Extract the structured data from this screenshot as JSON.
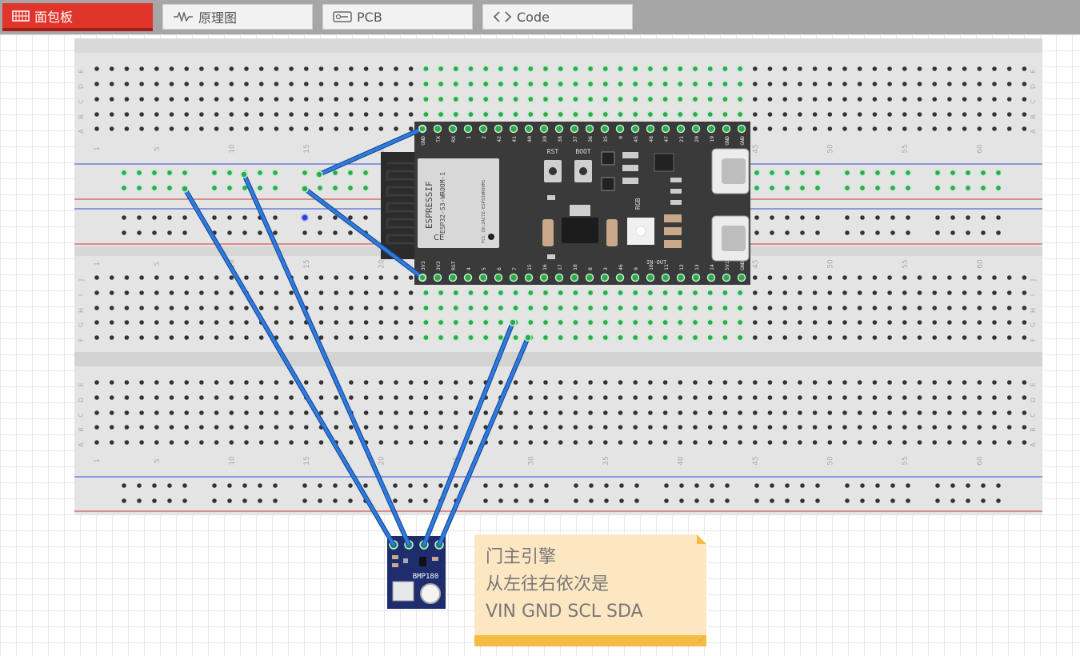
{
  "tabs": [
    {
      "label": "面包板",
      "icon": "breadboard-icon",
      "active": true
    },
    {
      "label": "原理图",
      "icon": "resistor-icon",
      "active": false
    },
    {
      "label": "PCB",
      "icon": "pcb-icon",
      "active": false
    },
    {
      "label": "Code",
      "icon": "code-icon",
      "active": false
    }
  ],
  "board": {
    "brand": "ESPRESSIF",
    "module": "ESP32-S3-WROOM-1",
    "fcc": "FCC ID:2AC7Z-ESPS3WROOM1",
    "buttons": [
      "RST",
      "BOOT"
    ],
    "rgb_label": "RGB",
    "inout_label": "IN-OUT",
    "top_pins": [
      "GND",
      "TX",
      "RX",
      "1",
      "2",
      "42",
      "41",
      "40",
      "39",
      "38",
      "37",
      "36",
      "35",
      "0",
      "45",
      "48",
      "47",
      "21",
      "20",
      "19",
      "GND",
      "GND"
    ],
    "bottom_pins": [
      "3V3",
      "3V3",
      "RST",
      "4",
      "5",
      "6",
      "7",
      "15",
      "16",
      "17",
      "18",
      "8",
      "3",
      "46",
      "9",
      "10",
      "11",
      "12",
      "13",
      "14",
      "5Vin",
      "GND"
    ]
  },
  "sensor": {
    "name": "BMP180"
  },
  "breadboard": {
    "row_letters_top": [
      "E",
      "D",
      "C",
      "B",
      "A"
    ],
    "row_letters_bottom": [
      "J",
      "I",
      "H",
      "G",
      "F"
    ],
    "column_numbers": [
      "1",
      "5",
      "10",
      "15",
      "20",
      "25",
      "30",
      "35",
      "40",
      "45",
      "50",
      "55",
      "60"
    ]
  },
  "note": {
    "lines": [
      "门主引擎",
      "从左往右依次是",
      "VIN GND SCL SDA"
    ]
  },
  "colors": {
    "tab_active": "#e0352b",
    "wire": "#2a6fcf",
    "board": "#3a3a3a",
    "sensor": "#1f2d6e",
    "note": "#fde7c2",
    "note_bar": "#f6bb43",
    "rail_red": "#d8342c",
    "rail_blue": "#2f4cd8"
  }
}
